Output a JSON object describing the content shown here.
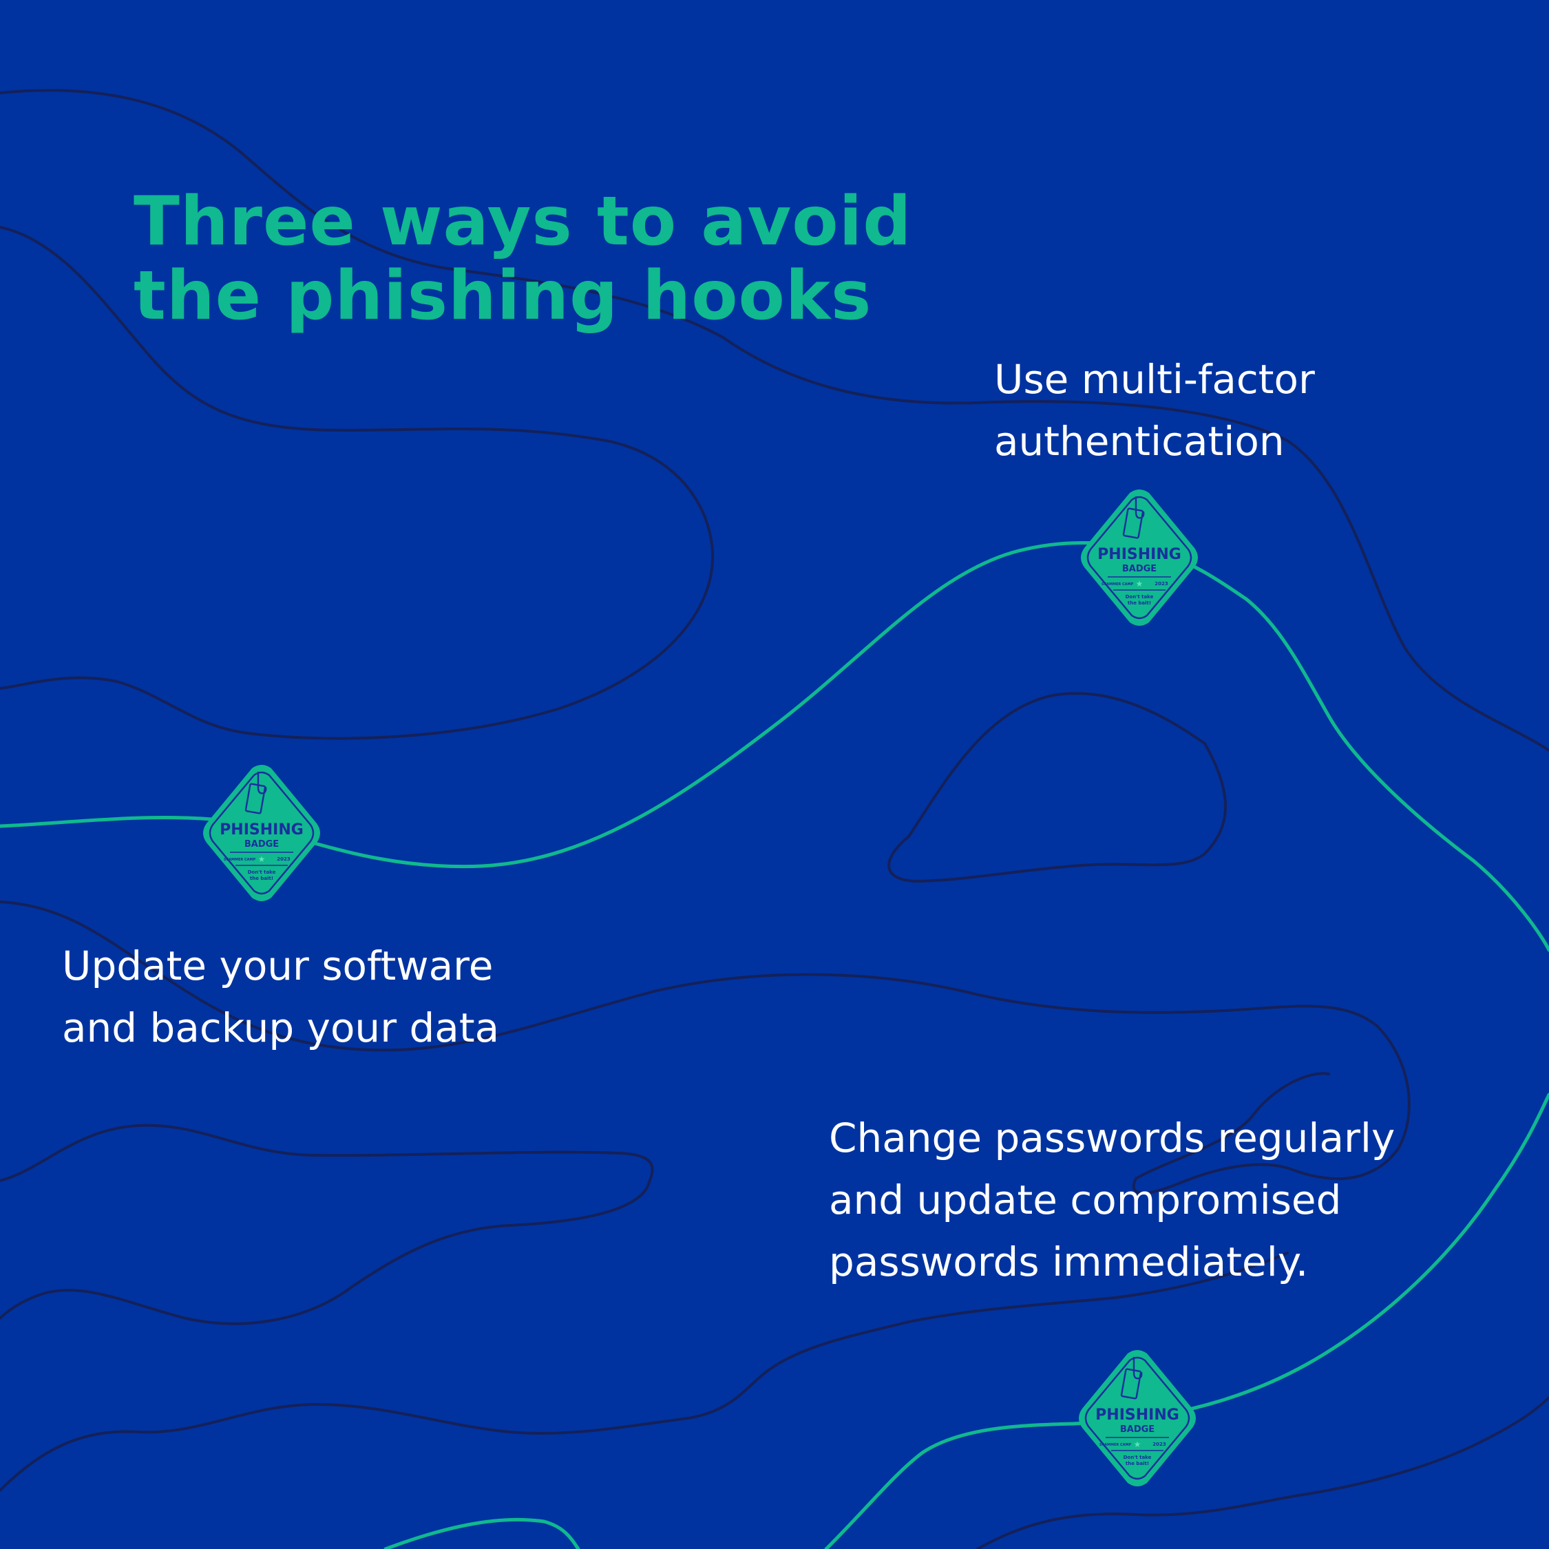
{
  "colors": {
    "background": "#0033a0",
    "accent": "#10b98f",
    "contour": "#14215a",
    "text": "#ffffff",
    "badge_ink": "#1a2f9e"
  },
  "headline": {
    "line1": "Three ways to avoid",
    "line2": "the phishing hooks"
  },
  "tips": {
    "mfa": {
      "line1": "Use multi-factor",
      "line2": "authentication"
    },
    "software": {
      "line1": "Update your software",
      "line2": "and backup your data"
    },
    "passwords": {
      "line1": "Change passwords regularly",
      "line2": "and update compromised",
      "line3": "passwords immediately."
    }
  },
  "badge": {
    "icon": "fishing-hook-icon",
    "title": "PHISHING",
    "subtitle": "BADGE",
    "camp": "SCAMMER CAMP",
    "year": "2023",
    "star": "★",
    "slogan_line1": "Don't take",
    "slogan_line2": "the bait!"
  }
}
